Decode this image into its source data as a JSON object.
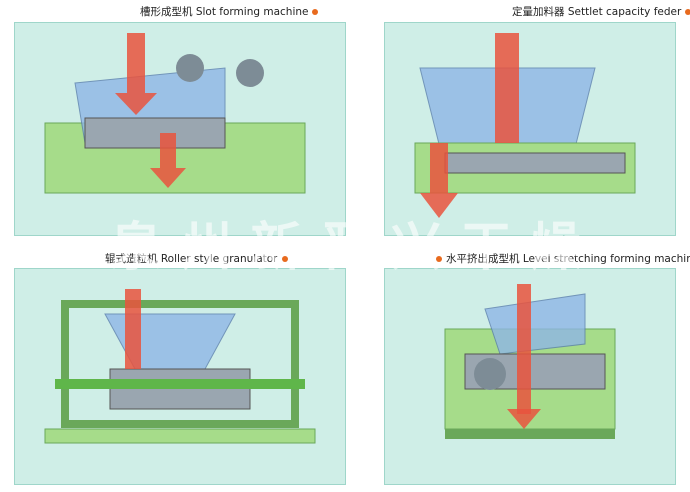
{
  "panels": [
    {
      "id": "slot",
      "caption": "槽形成型机 Slot forming machine"
    },
    {
      "id": "screw",
      "caption": "定量加料器 Settlet capacity feder"
    },
    {
      "id": "roller",
      "caption": "辊式造粒机 Roller style granulator"
    },
    {
      "id": "level",
      "caption": "水平挤出成型机 Level stretching forming machine"
    }
  ],
  "watermark": "泉州新晋兴干燥",
  "colors": {
    "frame": "#a6dc8a",
    "hopper": "#8fb6e6",
    "arrow": "#e9543d",
    "panel_bg": "#cfeee7",
    "dot": "#e86a1e"
  }
}
